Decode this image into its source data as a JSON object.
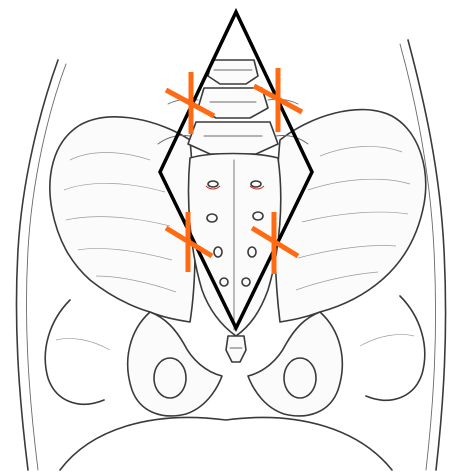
{
  "figure": {
    "subject": "pelvis-posterior-view-illustration",
    "overlay": {
      "shape": "diamond",
      "color": "#000000"
    },
    "markers": {
      "shape": "cross",
      "count": 4,
      "color": "#ff6a13"
    }
  }
}
